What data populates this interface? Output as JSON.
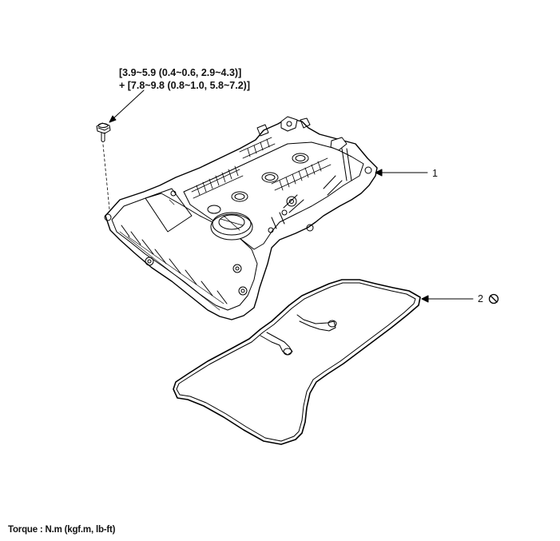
{
  "torque_spec": {
    "line1": "[3.9~5.9 (0.4~0.6, 2.9~4.3)]",
    "line2": "+ [7.8~9.8 (0.8~1.0, 5.8~7.2)]"
  },
  "callouts": [
    {
      "number": "1"
    },
    {
      "number": "2",
      "icon": "do-not-reuse-icon"
    }
  ],
  "footer": {
    "torque_units": "Torque : N.m (kgf.m, lb-ft)"
  },
  "colors": {
    "line": "#000000",
    "background": "#ffffff"
  }
}
